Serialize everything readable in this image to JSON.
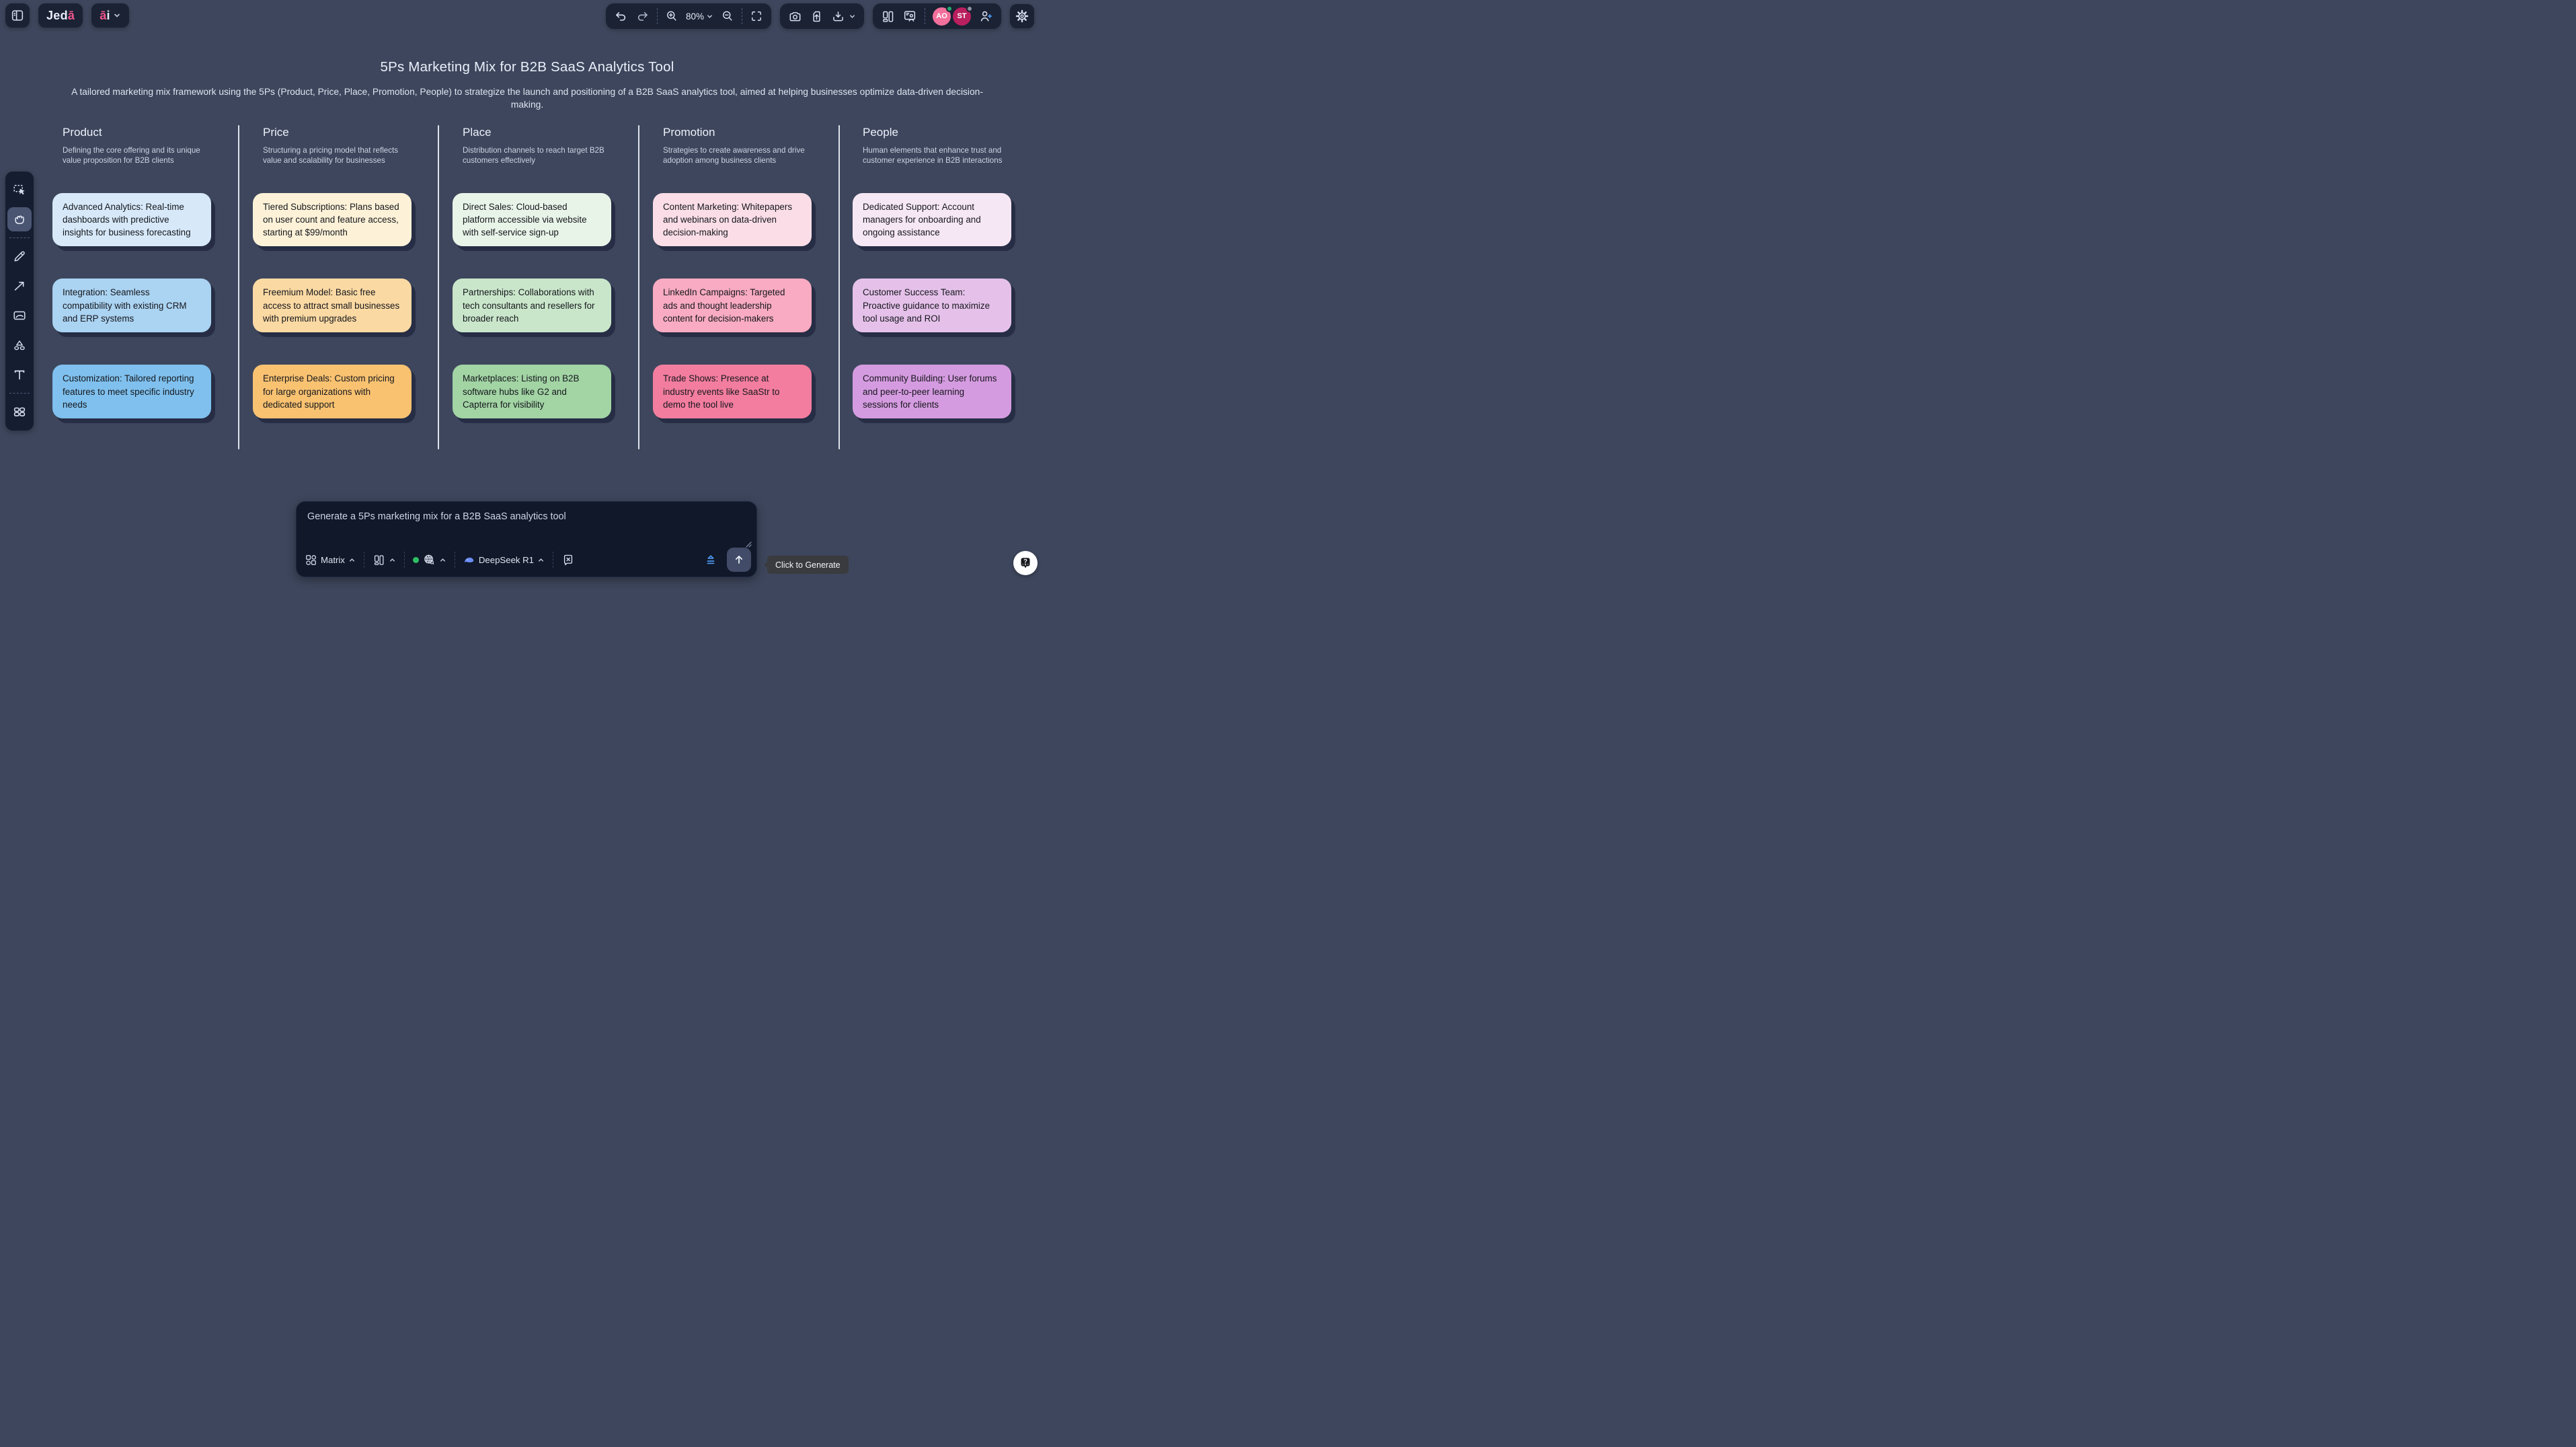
{
  "app": {
    "logo_main": "Jed",
    "logo_accent": "ā",
    "ai_logo_accent": "ā",
    "ai_logo_rest": "i"
  },
  "toolbar": {
    "zoom_level": "80%"
  },
  "collaborators": [
    {
      "initials": "AO",
      "bg": "#f2709b",
      "status": "#23ab6e"
    },
    {
      "initials": "ST",
      "bg": "#ba1f5e",
      "status": "#8d949e"
    }
  ],
  "canvas": {
    "title": "5Ps Marketing Mix for B2B SaaS Analytics Tool",
    "subtitle": "A tailored marketing mix framework using the 5Ps (Product, Price, Place, Promotion, People) to strategize the launch and positioning of a B2B SaaS analytics tool, aimed at helping businesses optimize data-driven decision-making.",
    "columns": [
      {
        "title": "Product",
        "description": "Defining the core offering and its unique value proposition for B2B clients",
        "notes": [
          {
            "text": "Advanced Analytics: Real-time dashboards with predictive insights for business forecasting",
            "bg": "#d7e9f9"
          },
          {
            "text": "Integration: Seamless compatibility with existing CRM and ERP systems",
            "bg": "#abd3f2"
          },
          {
            "text": "Customization: Tailored reporting features to meet specific industry needs",
            "bg": "#7fc0ee"
          }
        ]
      },
      {
        "title": "Price",
        "description": "Structuring a pricing model that reflects value and scalability for businesses",
        "notes": [
          {
            "text": "Tiered Subscriptions: Plans based on user count and feature access, starting at $99/month",
            "bg": "#fdf2d8"
          },
          {
            "text": "Freemium Model: Basic free access to attract small businesses with premium upgrades",
            "bg": "#fbd9a3"
          },
          {
            "text": "Enterprise Deals: Custom pricing for large organizations with dedicated support",
            "bg": "#f9c271"
          }
        ]
      },
      {
        "title": "Place",
        "description": "Distribution channels to reach target B2B customers effectively",
        "notes": [
          {
            "text": "Direct Sales: Cloud-based platform accessible via website with self-service sign-up",
            "bg": "#e9f4e9"
          },
          {
            "text": "Partnerships: Collaborations with tech consultants and resellers for broader reach",
            "bg": "#c9e6ca"
          },
          {
            "text": "Marketplaces: Listing on B2B software hubs like G2 and Capterra for visibility",
            "bg": "#a2d4a4"
          }
        ]
      },
      {
        "title": "Promotion",
        "description": "Strategies to create awareness and drive adoption among business clients",
        "notes": [
          {
            "text": "Content Marketing: Whitepapers and webinars on data-driven decision-making",
            "bg": "#fadde6"
          },
          {
            "text": "LinkedIn Campaigns: Targeted ads and thought leadership content for decision-makers",
            "bg": "#f8abc2"
          },
          {
            "text": "Trade Shows: Presence at industry events like SaaStr to demo the tool live",
            "bg": "#f37d9f"
          }
        ]
      },
      {
        "title": "People",
        "description": "Human elements that enhance trust and customer experience in B2B interactions",
        "notes": [
          {
            "text": "Dedicated Support: Account managers for onboarding and ongoing assistance",
            "bg": "#f6e7f5"
          },
          {
            "text": "Customer Success Team: Proactive guidance to maximize tool usage and ROI",
            "bg": "#e5c1ea"
          },
          {
            "text": "Community Building: User forums and peer-to-peer learning sessions for clients",
            "bg": "#d59be0"
          }
        ]
      }
    ]
  },
  "prompt_bar": {
    "input_value": "Generate a 5Ps marketing mix for a B2B SaaS analytics tool",
    "template_label": "Matrix",
    "model_label": "DeepSeek R1",
    "tooltip": "Click to Generate"
  },
  "icons": {
    "sidebar_toggle": "panel-left",
    "undo": "curved-arrow-left",
    "redo": "curved-arrow-right",
    "zoom_in": "magnifier-plus",
    "zoom_out": "magnifier-minus",
    "fit_screen": "corner-brackets",
    "screenshot": "camera",
    "import": "file-arrow-up",
    "export": "download-tray",
    "boards": "kanban-panels",
    "present": "presentation-person",
    "add_collaborator": "person-plus",
    "settings": "gear",
    "select_tool": "marquee-cursor",
    "pan_tool": "hand-grab",
    "pen_tool": "pencil",
    "arrow_tool": "diagonal-arrow",
    "media_tool": "image-frame",
    "shape_tool": "triangle-circle-square",
    "text_tool": "letter-T",
    "apps_tool": "grid-squares",
    "template_matrix": "matrix-grid",
    "layout": "panels",
    "web_access": "globe-search",
    "model": "whale",
    "clear_canvas": "note-x",
    "collapse": "chevron-lines",
    "send": "arrow-up",
    "help": "question-bubble",
    "resize_grip": "diagonal-lines",
    "chevron_down": "⌄",
    "chevron_up": "⌃"
  }
}
